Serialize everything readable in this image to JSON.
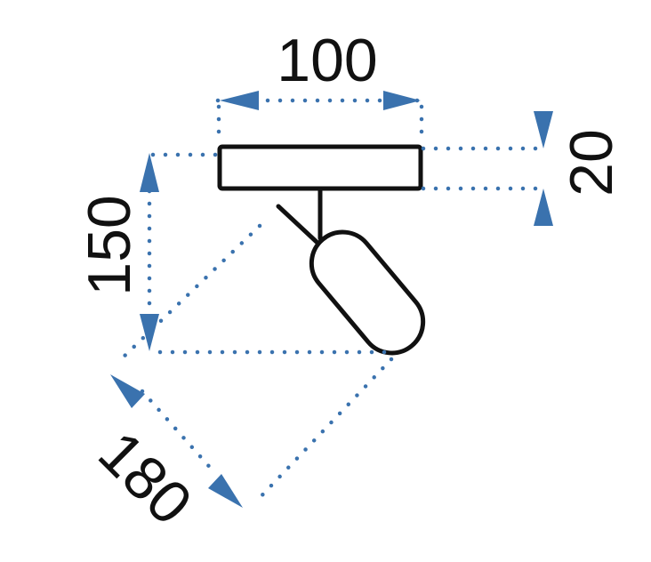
{
  "dimensions": {
    "width": "100",
    "height": "150",
    "thickness": "20",
    "arm": "180"
  },
  "colors": {
    "dimension": "#3a72ae",
    "outline": "#111111",
    "background": "#ffffff"
  }
}
